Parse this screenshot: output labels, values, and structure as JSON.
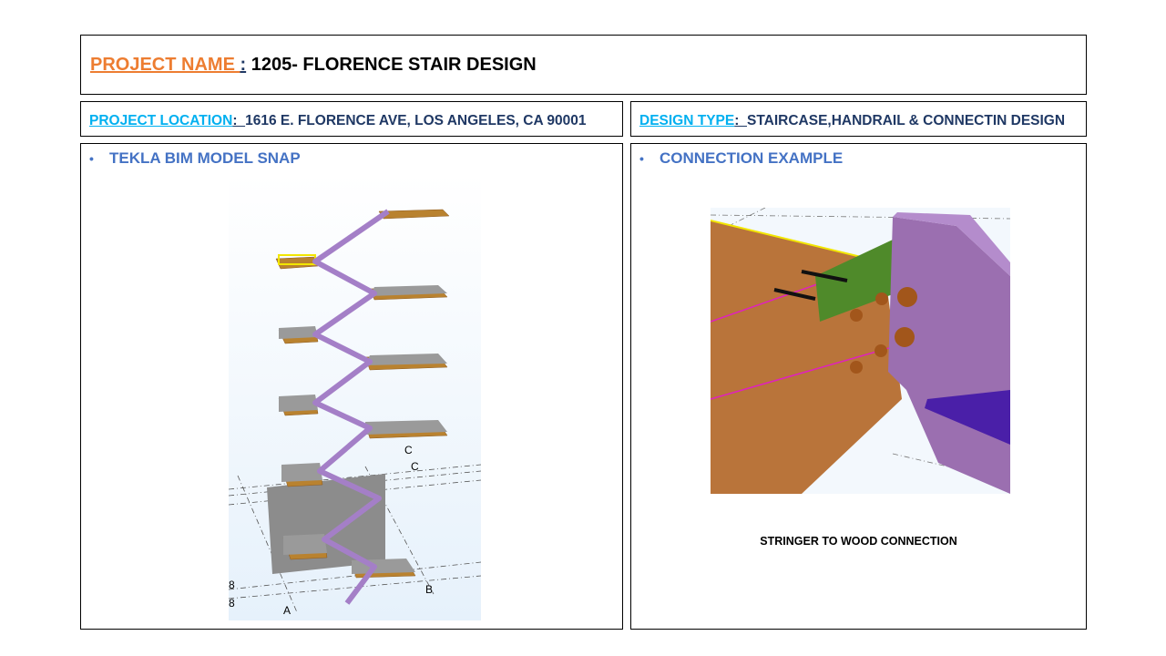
{
  "header": {
    "project_name_label": "PROJECT NAME ",
    "separator": ":",
    "project_name": " 1205- FLORENCE STAIR DESIGN"
  },
  "location": {
    "label": "PROJECT LOCATION",
    "separator": ":  ",
    "value": "1616 E. FLORENCE AVE, LOS ANGELES, CA 90001"
  },
  "design_type": {
    "label": "DESIGN TYPE",
    "separator": ":  ",
    "value": "STAIRCASE,HANDRAIL & CONNECTIN DESIGN"
  },
  "left_panel": {
    "bullet": "•",
    "heading": "TEKLA BIM MODEL SNAP",
    "grid_labels": {
      "c1": "C",
      "c2": "C",
      "a": "A",
      "b": "B",
      "n1": "8",
      "n2": "8"
    }
  },
  "right_panel": {
    "bullet": "•",
    "heading": "CONNECTION  EXAMPLE",
    "caption": "STRINGER TO WOOD CONNECTION"
  },
  "colors": {
    "orange": "#ED7D31",
    "cyan": "#00B0F0",
    "navy": "#1F3864",
    "heading_blue": "#4472C4"
  }
}
